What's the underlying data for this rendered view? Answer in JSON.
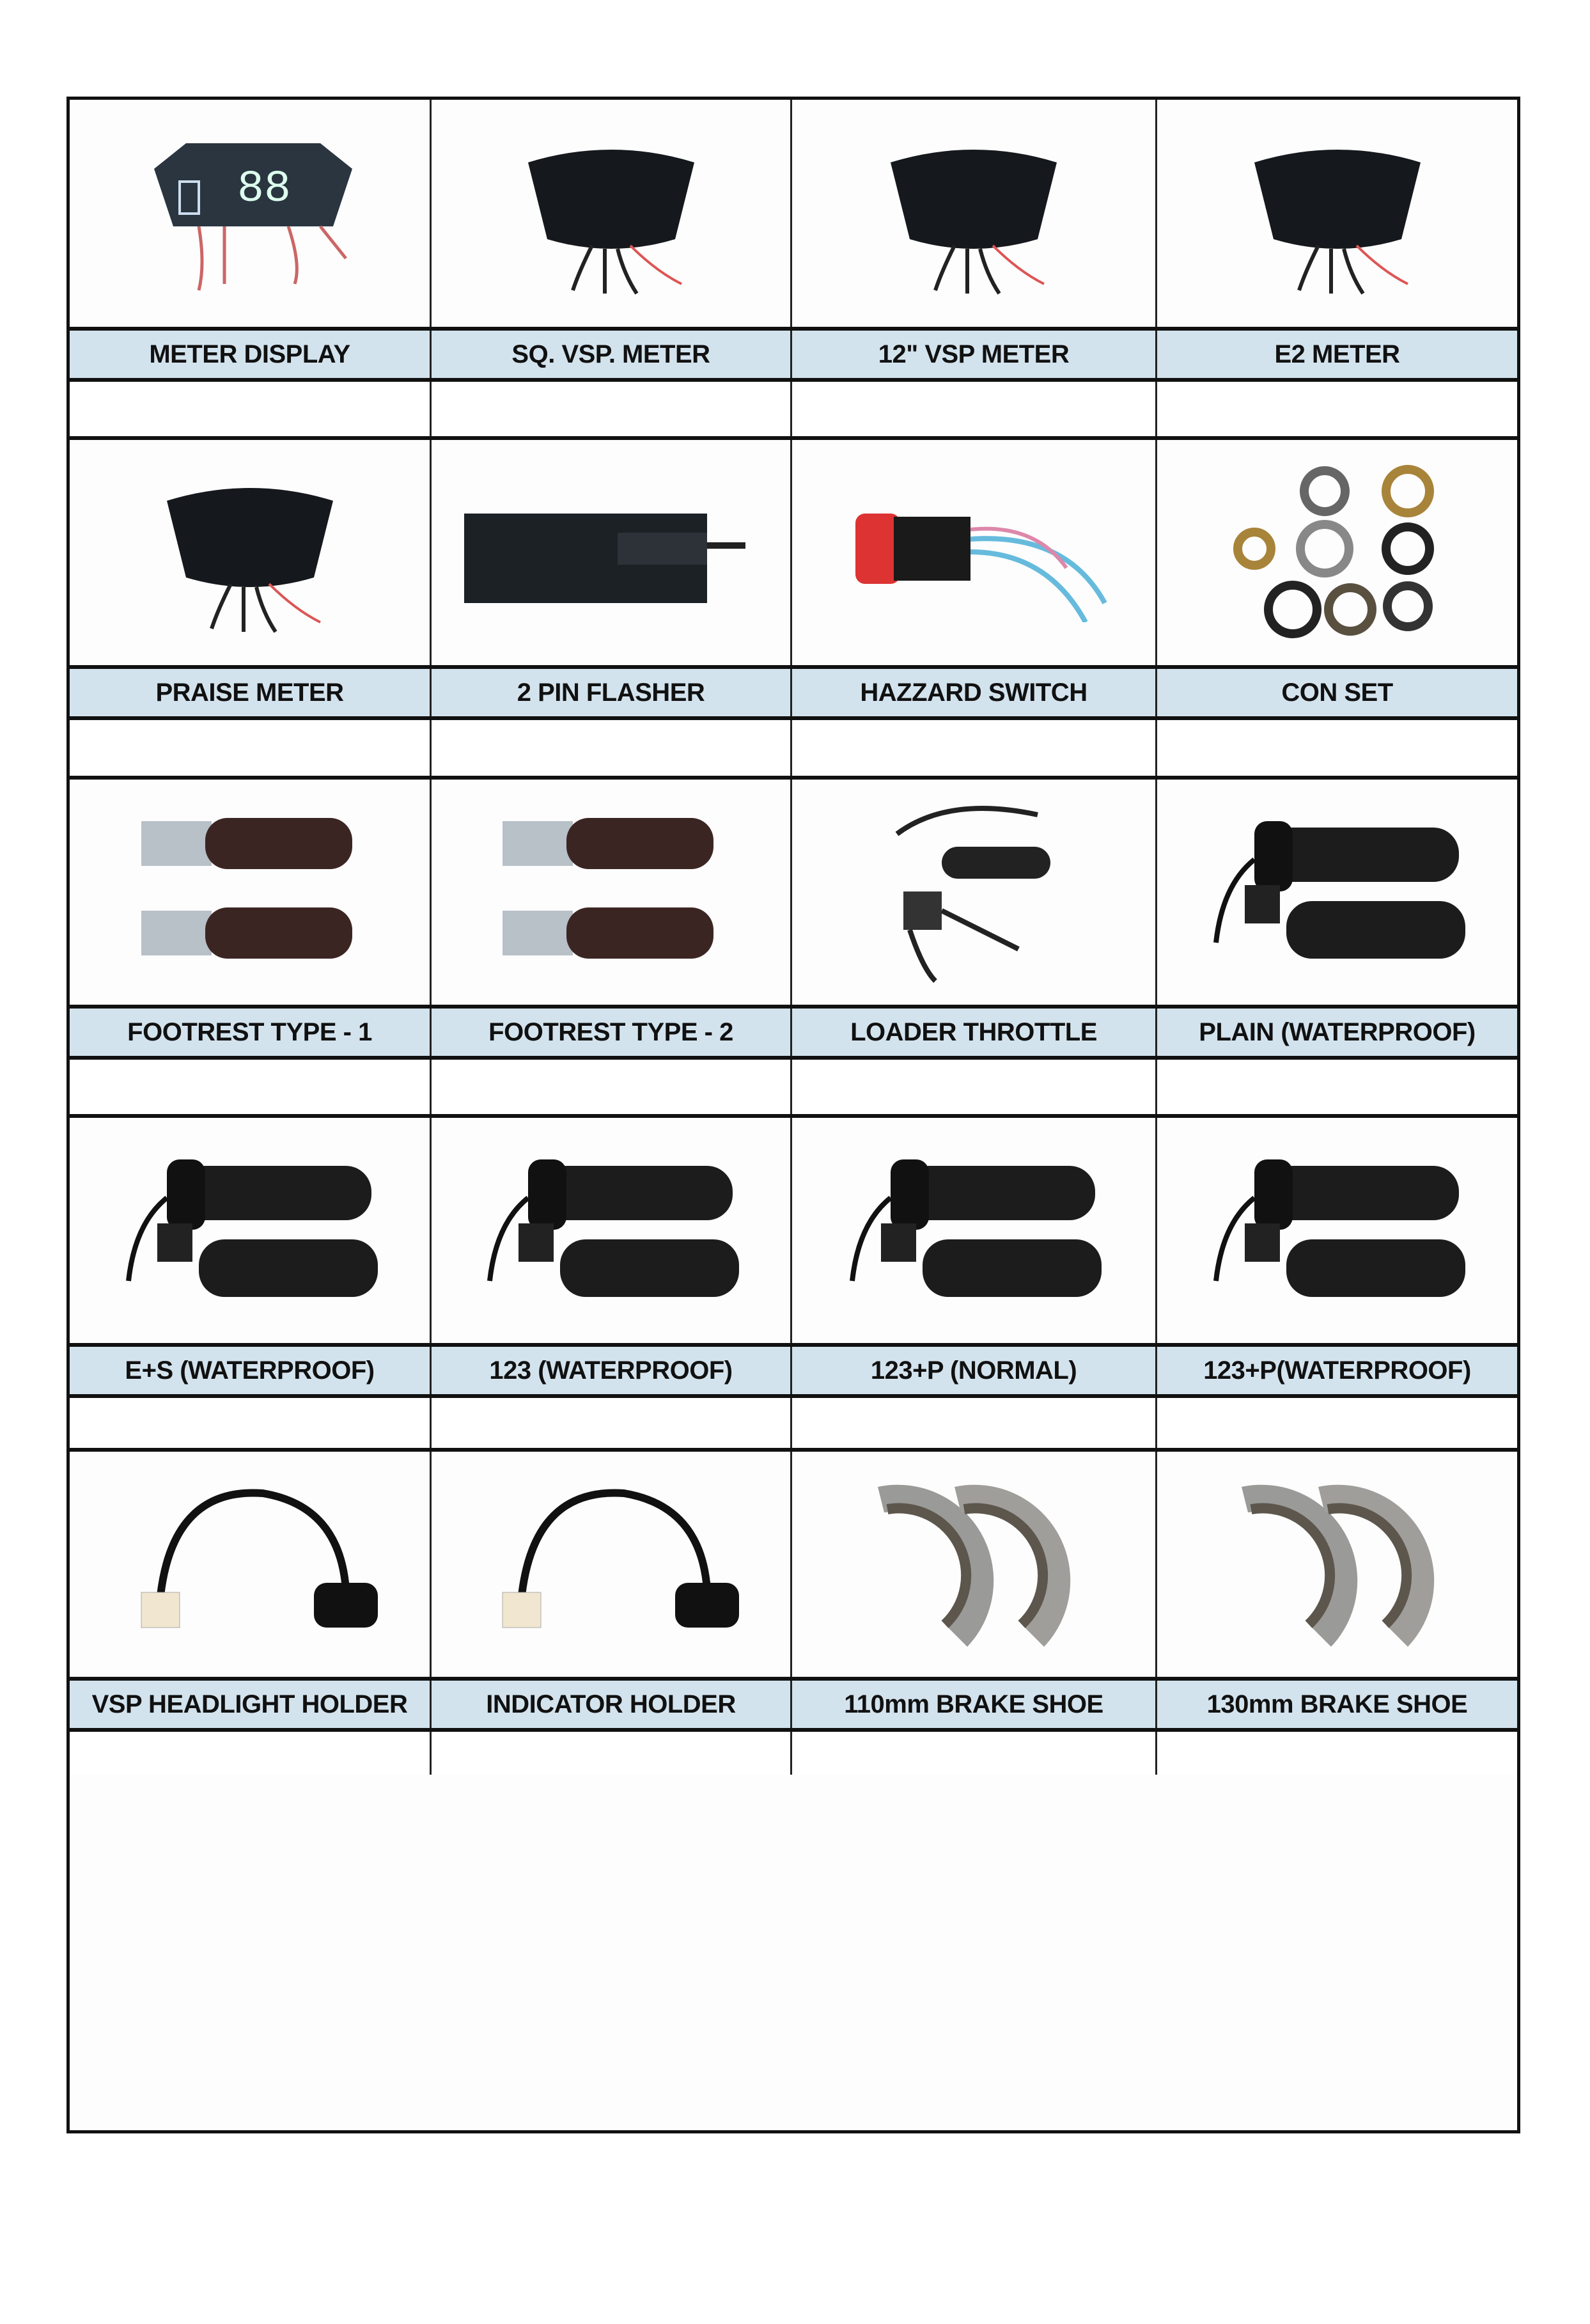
{
  "rows": [
    {
      "items": [
        {
          "label": "METER DISPLAY",
          "icon": "meter-display-icon"
        },
        {
          "label": "SQ. VSP. METER",
          "icon": "meter-icon"
        },
        {
          "label": "12\" VSP METER",
          "icon": "meter-icon"
        },
        {
          "label": "E2 METER",
          "icon": "meter-icon"
        }
      ]
    },
    {
      "items": [
        {
          "label": "PRAISE METER",
          "icon": "meter-icon"
        },
        {
          "label": "2 PIN FLASHER",
          "icon": "flasher-icon"
        },
        {
          "label": "HAZZARD SWITCH",
          "icon": "switch-icon"
        },
        {
          "label": "CON SET",
          "icon": "bearing-set-icon"
        }
      ]
    },
    {
      "items": [
        {
          "label": "FOOTREST TYPE - 1",
          "icon": "footrest-icon"
        },
        {
          "label": "FOOTREST TYPE - 2",
          "icon": "footrest-icon"
        },
        {
          "label": "LOADER THROTTLE",
          "icon": "throttle-icon"
        },
        {
          "label": "PLAIN (WATERPROOF)",
          "icon": "grip-icon"
        }
      ]
    },
    {
      "items": [
        {
          "label": "E+S (WATERPROOF)",
          "icon": "grip-icon"
        },
        {
          "label": "123 (WATERPROOF)",
          "icon": "grip-icon"
        },
        {
          "label": "123+P (NORMAL)",
          "icon": "grip-icon"
        },
        {
          "label": "123+P(WATERPROOF)",
          "icon": "grip-icon"
        }
      ]
    },
    {
      "items": [
        {
          "label": "VSP HEADLIGHT HOLDER",
          "icon": "wire-holder-icon"
        },
        {
          "label": "INDICATOR HOLDER",
          "icon": "wire-holder-icon"
        },
        {
          "label": "110mm BRAKE SHOE",
          "icon": "brake-shoe-icon"
        },
        {
          "label": "130mm BRAKE SHOE",
          "icon": "brake-shoe-icon"
        }
      ]
    }
  ]
}
